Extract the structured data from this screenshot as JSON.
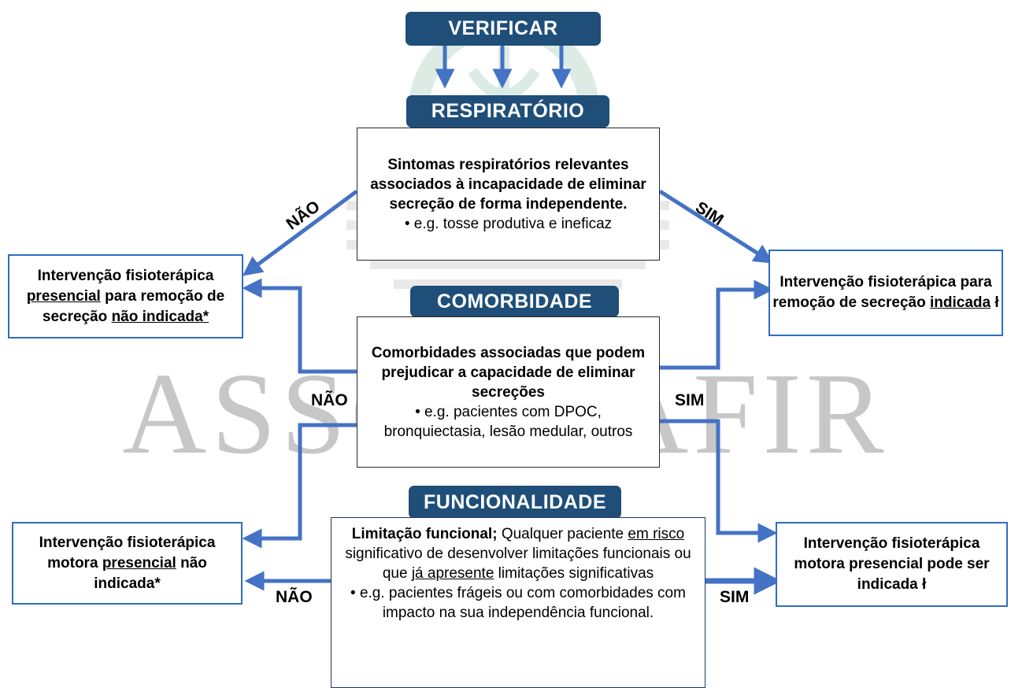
{
  "watermark": {
    "text": "ASSOBRAFIR"
  },
  "headers": {
    "verificar": "VERIFICAR",
    "respiratorio": "RESPIRATÓRIO",
    "comorbidade": "COMORBIDADE",
    "funcionalidade": "FUNCIONALIDADE"
  },
  "respiratorio_box": {
    "title": "Sintomas respiratórios relevantes associados à incapacidade de eliminar secreção de forma independente.",
    "example": "• e.g. tosse produtiva e ineficaz"
  },
  "comorbidade_box": {
    "title": "Comorbidades associadas que podem prejudicar a capacidade de eliminar secreções",
    "example": "• e.g. pacientes com DPOC, bronquiectasia, lesão medular, outros"
  },
  "funcionalidade_box": {
    "title_bold": "Limitação funcional;",
    "t1": " Qualquer paciente ",
    "u1": "em risco ",
    "t2": "significativo de desenvolver  limitações funcionais  ou que ",
    "u2": "já apresente",
    "t3": " limitações significativas",
    "example": "• e.g. pacientes frágeis ou com comorbidades com impacto na sua independência funcional."
  },
  "outcomes": {
    "resp_no": {
      "a": "Intervenção fisioterápica",
      "b": "presencial",
      "c": " para remoção de secreção ",
      "d": "não indicada*"
    },
    "resp_yes": {
      "a": "Intervenção fisioterápica para remoção de secreção ",
      "b": "indicada",
      "c": " ł"
    },
    "func_no": {
      "a": "Intervenção fisioterápica motora ",
      "b": "presencial",
      "c": " não indicada*"
    },
    "func_yes": {
      "a": "Intervenção fisioterápica motora presencial pode ser indicada ł"
    }
  },
  "labels": {
    "nao1": "NÃO",
    "sim1": "SIM",
    "nao2": "NÃO",
    "sim2": "SIM",
    "nao3": "NÃO",
    "sim3": "SIM"
  },
  "colors": {
    "header": "#1f4e79",
    "arrow": "#4472c4",
    "watermark_text": "#9a9a9a",
    "watermark_logo": "#2e8b57"
  }
}
